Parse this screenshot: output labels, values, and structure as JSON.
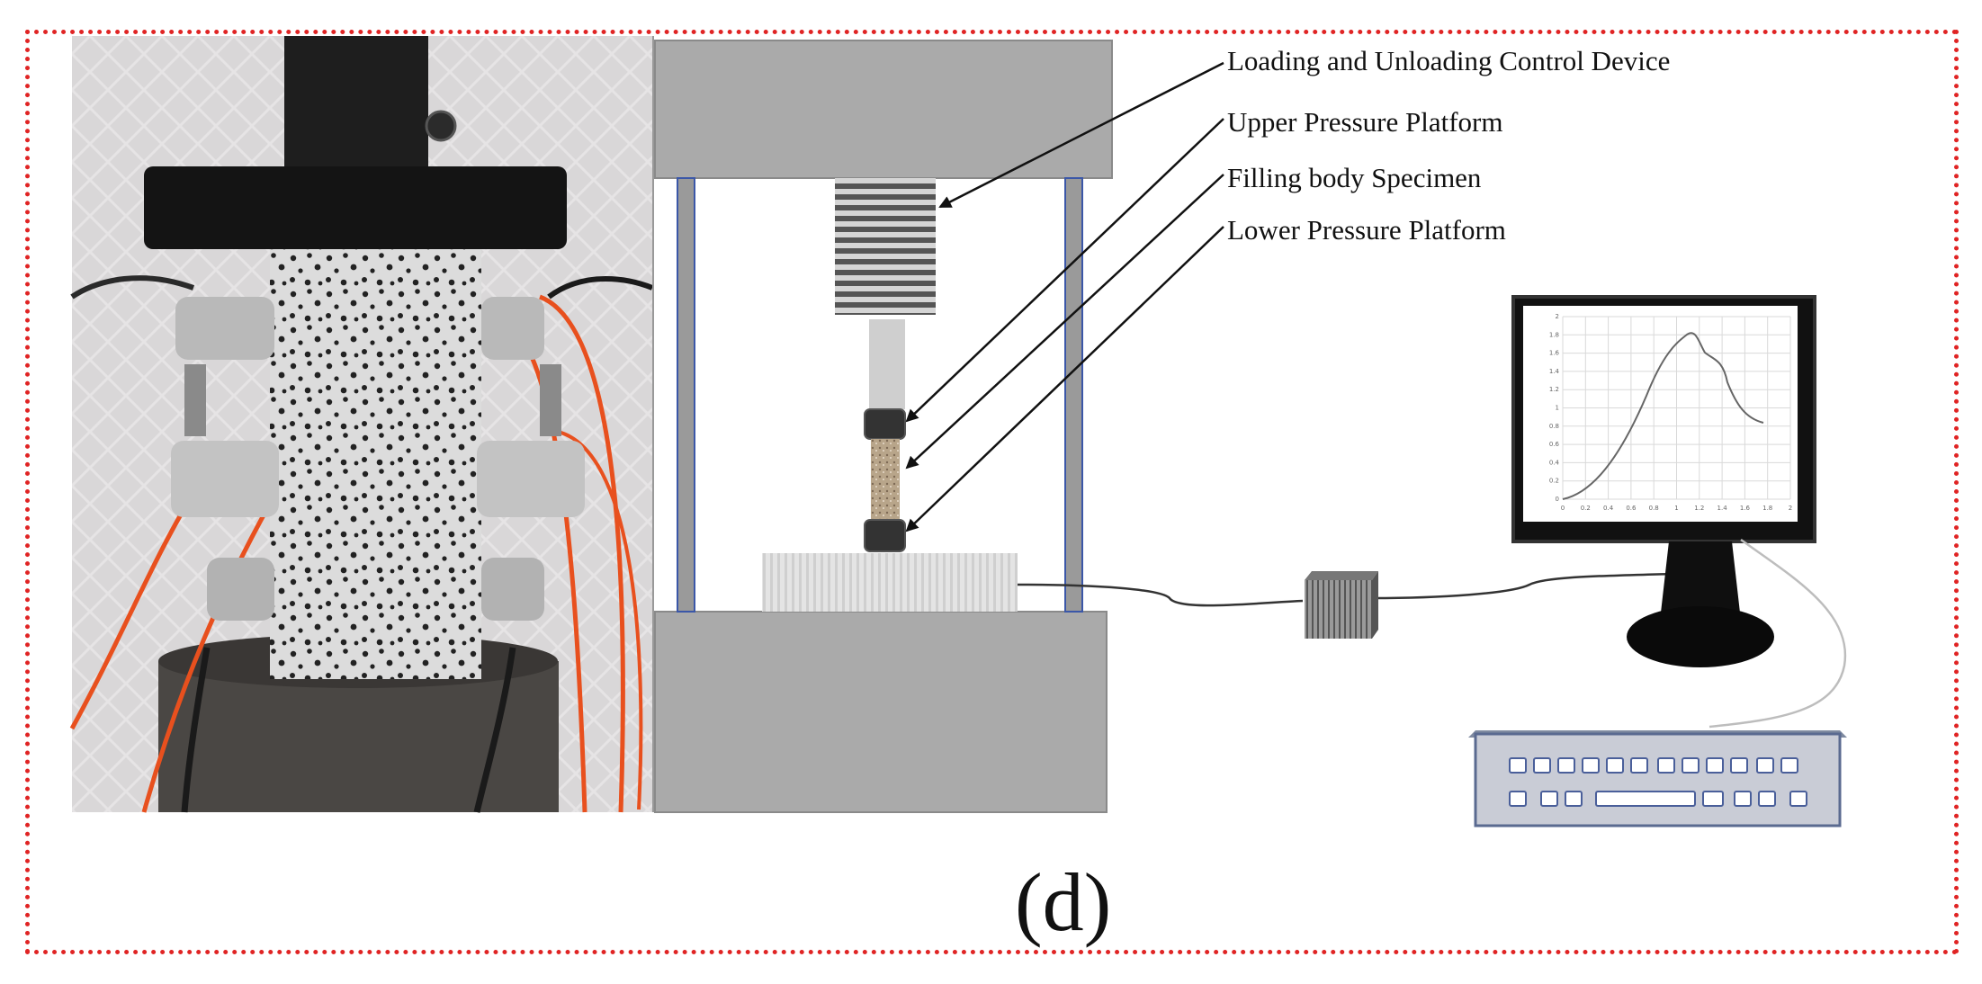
{
  "labels": {
    "loading_device": "Loading  and Unloading Control Device",
    "upper_platform": "Upper Pressure Platform",
    "specimen": "Filling body Specimen",
    "lower_platform": "Lower Pressure Platform"
  },
  "caption": "(d)",
  "monitor_chart": {
    "y_axis_ticks": [
      "0",
      "0.2",
      "0.4",
      "0.6",
      "0.8",
      "1",
      "1.2",
      "1.4",
      "1.6",
      "1.8",
      "2"
    ],
    "x_axis_ticks": [
      "0",
      "0.2",
      "0.4",
      "0.6",
      "0.8",
      "1",
      "1.2",
      "1.4",
      "1.6",
      "1.8",
      "2"
    ]
  },
  "colors": {
    "frame_border": "#e02424",
    "press_gray": "#aaaaaa",
    "monitor_black": "#0a0a0a"
  }
}
